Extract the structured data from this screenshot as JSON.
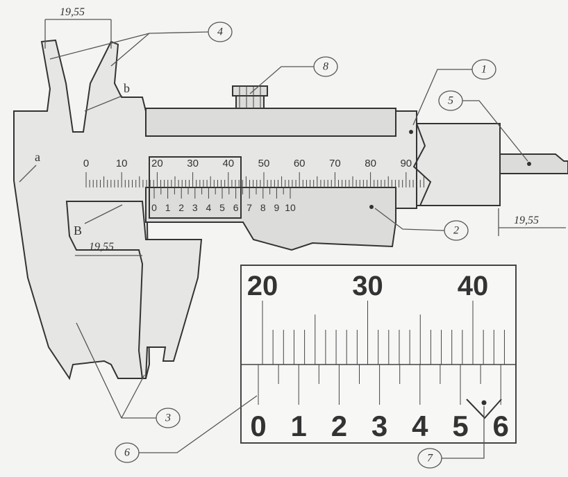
{
  "dimensions": {
    "outer": "19,55",
    "inner": "19,55",
    "depth": "19,55"
  },
  "letters": {
    "a": "a",
    "b": "b",
    "B": "B"
  },
  "main_scale": {
    "labels": [
      "0",
      "10",
      "20",
      "30",
      "40",
      "50",
      "60",
      "70",
      "80",
      "90"
    ],
    "step": 10
  },
  "vernier_scale": {
    "labels": [
      "0",
      "1",
      "2",
      "3",
      "4",
      "5",
      "6",
      "7",
      "8",
      "9",
      "10"
    ]
  },
  "detail": {
    "main_labels": [
      "20",
      "30",
      "40"
    ],
    "vernier_labels": [
      "0",
      "1",
      "2",
      "3",
      "4",
      "5",
      "6"
    ]
  },
  "callouts": [
    "1",
    "2",
    "3",
    "4",
    "5",
    "6",
    "7",
    "8"
  ]
}
